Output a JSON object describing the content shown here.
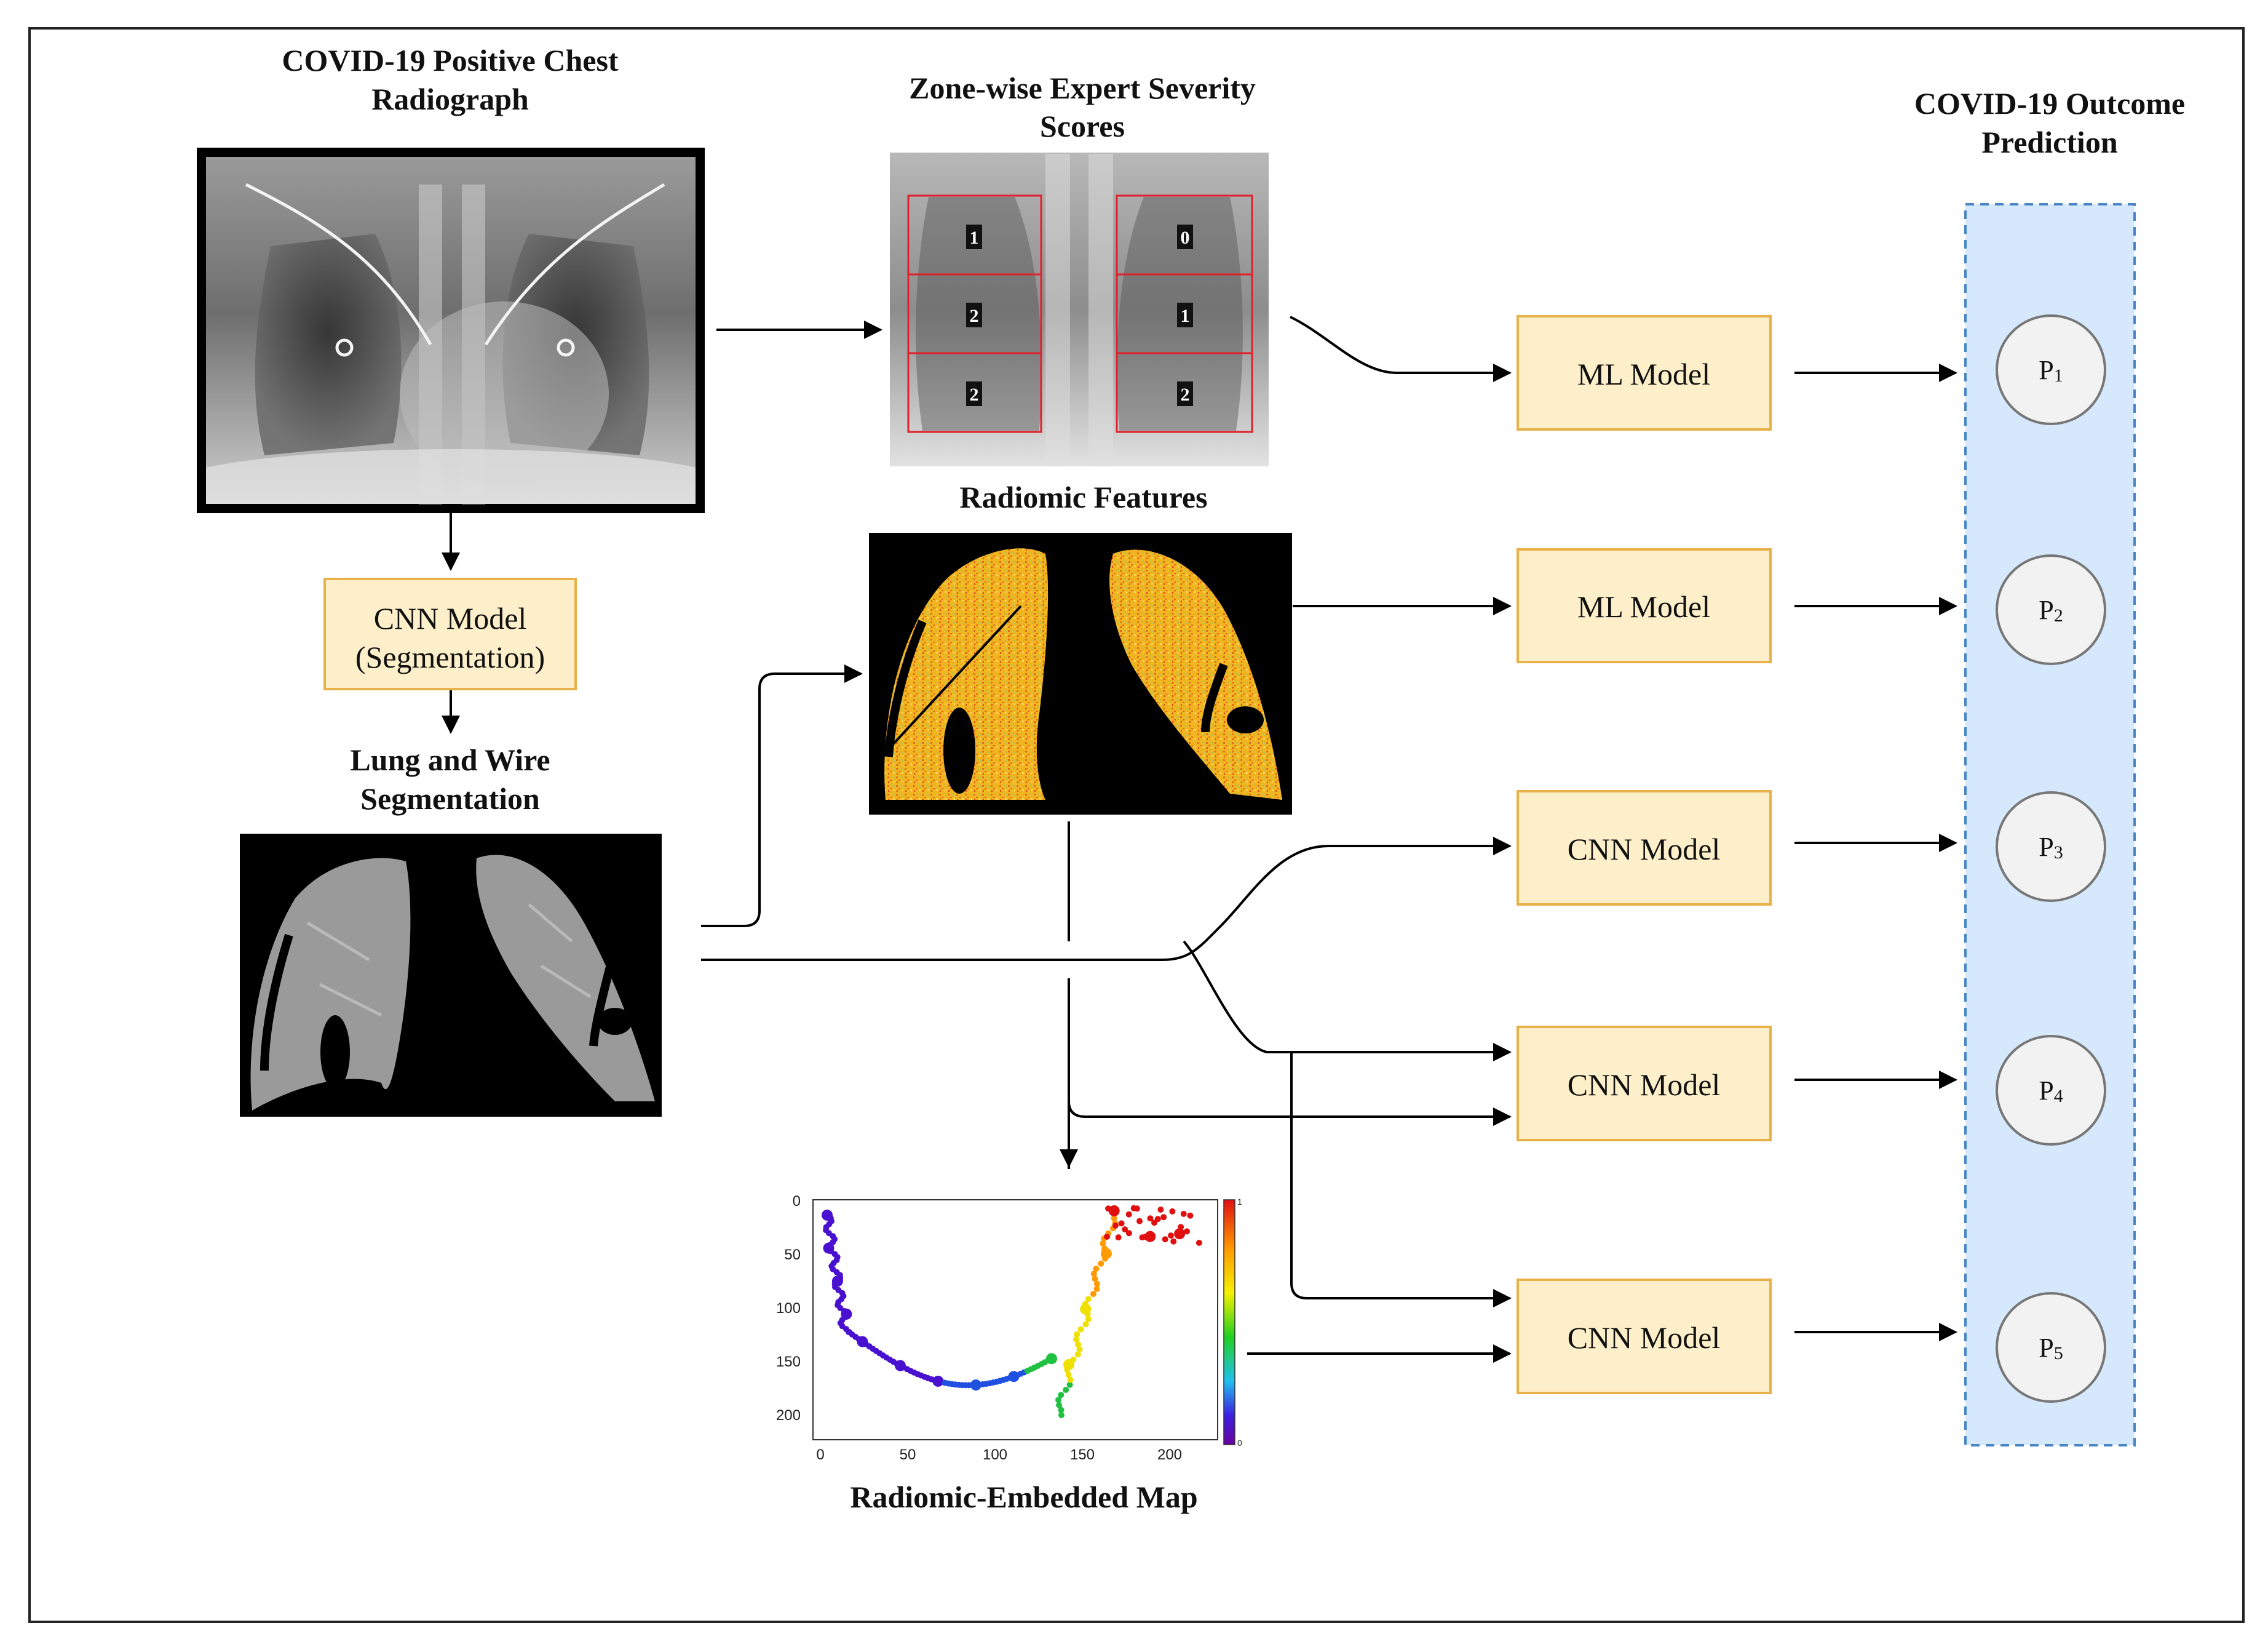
{
  "titles": {
    "chest_radiograph": [
      "COVID-19 Positive Chest",
      "Radiograph"
    ],
    "zone_scores": [
      "Zone-wise Expert Severity",
      "Scores"
    ],
    "outcome_prediction": [
      "COVID-19 Outcome",
      "Prediction"
    ],
    "radiomic_features": "Radiomic Features",
    "segmentation": [
      "Lung and Wire",
      "Segmentation"
    ],
    "embedded_map": "Radiomic-Embedded Map"
  },
  "cnn_segmentation_box": [
    "CNN Model",
    "(Segmentation)"
  ],
  "model_boxes": [
    "ML Model",
    "ML Model",
    "CNN Model",
    "CNN Model",
    "CNN Model"
  ],
  "predictions": [
    {
      "base": "P",
      "sub": "1"
    },
    {
      "base": "P",
      "sub": "2"
    },
    {
      "base": "P",
      "sub": "3"
    },
    {
      "base": "P",
      "sub": "4"
    },
    {
      "base": "P",
      "sub": "5"
    }
  ],
  "zone_scores": {
    "right_lung": [
      "1",
      "2",
      "2"
    ],
    "left_lung": [
      "0",
      "1",
      "2"
    ]
  },
  "embedded_map_axes": {
    "x_ticks": [
      "0",
      "50",
      "100",
      "150",
      "200"
    ],
    "y_ticks": [
      "0",
      "50",
      "100",
      "150",
      "200"
    ],
    "colorbar_ticks": [
      "1",
      "0"
    ]
  },
  "colors": {
    "model_box_fill": "#fdefc9",
    "model_box_border": "#e8b14a",
    "prediction_panel_fill": "#d6e8fb",
    "prediction_panel_border": "#4a86c5",
    "zone_grid": "#e0202a",
    "radiomic_texture": "#f1b520"
  }
}
